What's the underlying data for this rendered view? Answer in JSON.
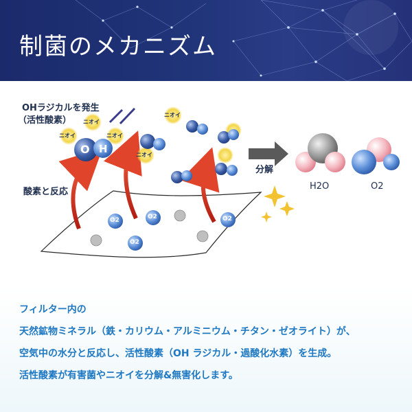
{
  "header": {
    "title": "制菌のメカニズム"
  },
  "diagram": {
    "oh_generate_label": "OHラジカルを発生",
    "active_oxygen_label": "（活性酸素）",
    "react_label": "酸素と反応",
    "decompose_label": "分解",
    "odor_label": "ニオイ",
    "oh_o": "O",
    "oh_h": "H",
    "o2_label": "O2",
    "h2o_label": "H2O",
    "o2_product_label": "O2"
  },
  "description": {
    "line1": "フィルター内の",
    "line2": "天然鉱物ミネラル（鉄・カリウム・アルミニウム・チタン・ゼオライト）が、",
    "line3": "空気中の水分と反応し、活性酸素（OH ラジカル・過酸化水素）を生成。",
    "line4": "活性酸素が有害菌やニオイを分解&無害化します。"
  },
  "colors": {
    "header_bg": "#1b2a6b",
    "accent_text": "#1e78c2",
    "arrow_red": "#d83a24",
    "odor_yellow": "#f3d54a",
    "oxygen_blue": "#3d6fbf"
  }
}
